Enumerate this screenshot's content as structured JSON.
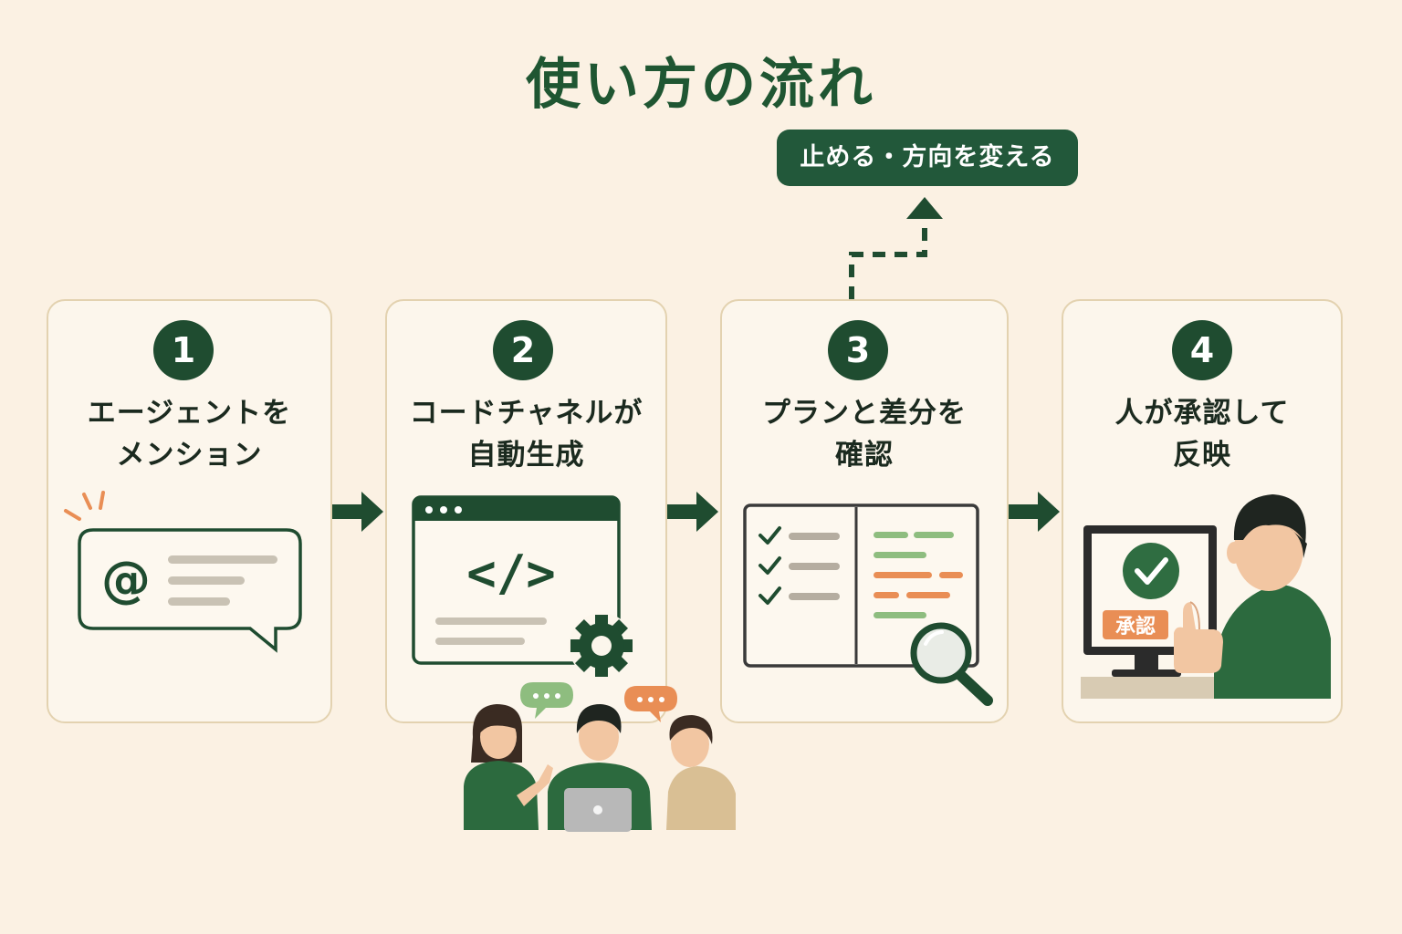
{
  "title": "使い方の流れ",
  "branch": {
    "label": "止める・方向を変える"
  },
  "steps": [
    {
      "number": "1",
      "label": "エージェントを\nメンション"
    },
    {
      "number": "2",
      "label": "コードチャネルが\n自動生成"
    },
    {
      "number": "3",
      "label": "プランと差分を\n確認"
    },
    {
      "number": "4",
      "label": "人が承認して\n反映"
    }
  ],
  "icons": {
    "mention": "@",
    "code": "</>",
    "approve_badge": "承認"
  },
  "colors": {
    "background": "#fbf1e3",
    "primary_green": "#1f4c30",
    "accent_orange": "#e98e55",
    "card_border": "#e3d2b0"
  }
}
